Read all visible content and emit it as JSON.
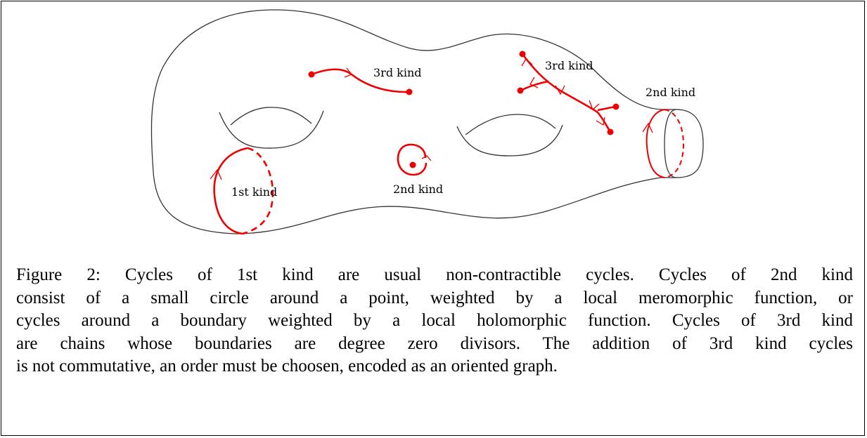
{
  "figure": {
    "labels": {
      "first_kind": "1st kind",
      "second_kind_point": "2nd kind",
      "second_kind_boundary": "2nd kind",
      "third_kind_left": "3rd kind",
      "third_kind_right": "3rd kind"
    },
    "colors": {
      "surface_outline": "#333333",
      "cycle": "#ee0000"
    }
  },
  "caption": {
    "lines": [
      "Figure 2: Cycles of 1st kind are usual non-contractible cycles. Cycles of 2nd kind",
      "consist of a small circle around a point, weighted by a local meromorphic function, or",
      "cycles around a boundary weighted by a local holomorphic function. Cycles of 3rd kind",
      "are chains whose boundaries are degree zero divisors. The addition of 3rd kind cycles",
      "is not commutative, an order must be choosen, encoded as an oriented graph."
    ]
  }
}
